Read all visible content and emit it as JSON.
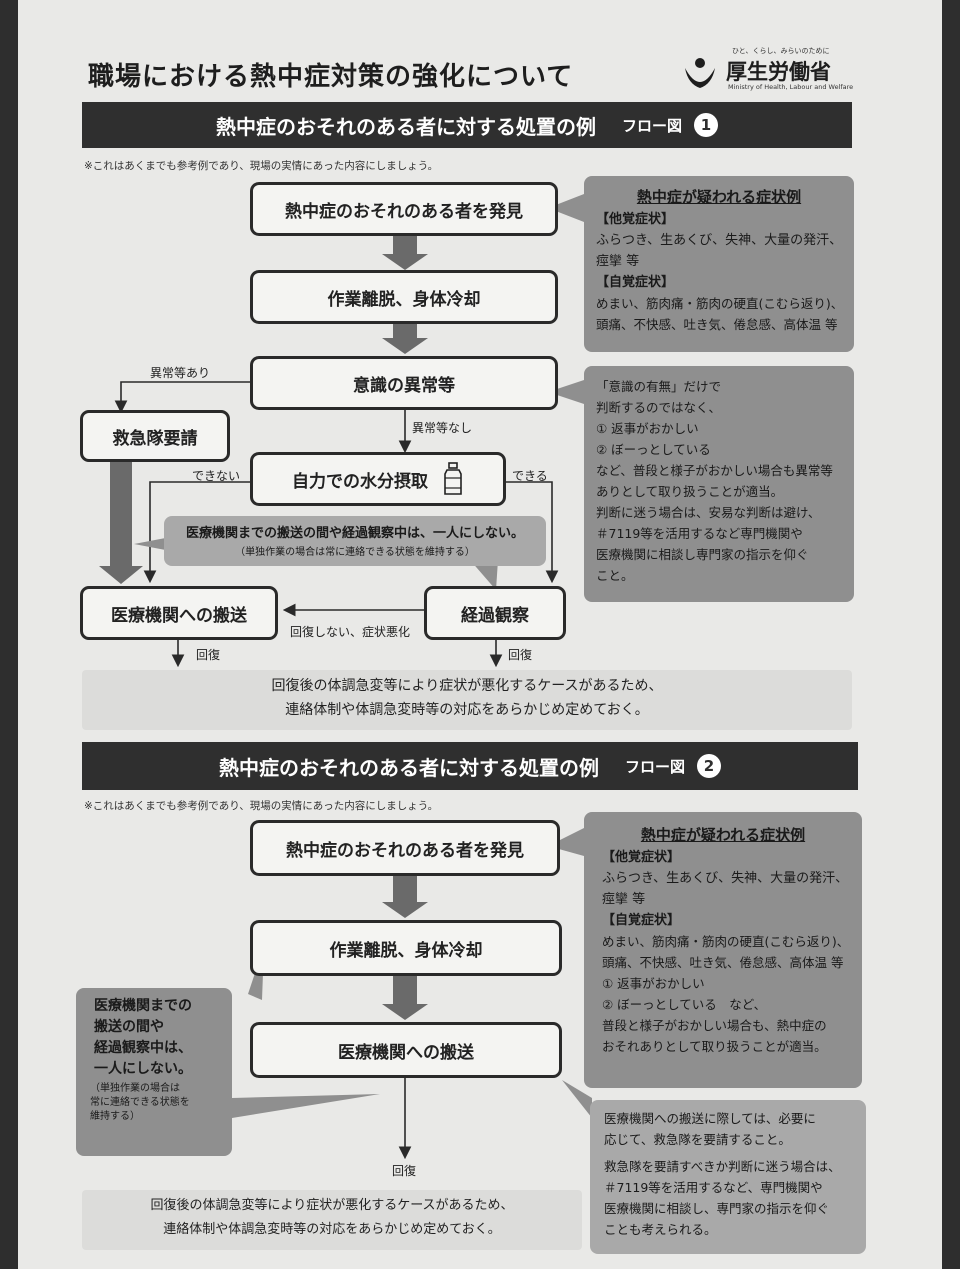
{
  "title": "職場における熱中症対策の強化について",
  "logo": {
    "tagline": "ひと、くらし、みらいのために",
    "name": "厚生労働省",
    "english": "Ministry of Health, Labour and Welfare"
  },
  "note": "※これはあくまでも参考例であり、現場の実情にあった内容にしましょう。",
  "flow1": {
    "header": "熱中症のおそれのある者に対する処置の例",
    "flow_label": "フロー図",
    "flow_number": "1",
    "box_discover": "熱中症のおそれのある者を発見",
    "box_cool": "作業離脱、身体冷却",
    "box_consciousness": "意識の異常等",
    "box_ambulance": "救急隊要請",
    "box_water": "自力での水分摂取",
    "box_hospital": "医療機関への搬送",
    "box_observe": "経過観察",
    "label_abnormal": "異常等あり",
    "label_no_abnormal": "異常等なし",
    "label_cannot": "できない",
    "label_can": "できる",
    "label_not_recover": "回復しない、症状悪化",
    "label_recover_left": "回復",
    "label_recover_right": "回復",
    "alone_main": "医療機関までの搬送の間や経過観察中は、一人にしない。",
    "alone_sub": "（単独作業の場合は常に連絡できる状態を維持する）",
    "symptoms": {
      "title": "熱中症が疑われる症状例",
      "other_head": "【他覚症状】",
      "other_1": "ふらつき、生あくび、失神、大量の発汗、",
      "other_2": "痙攣 等",
      "self_head": "【自覚症状】",
      "self_1": "めまい、筋肉痛・筋肉の硬直(こむら返り)、",
      "self_2": "頭痛、不快感、吐き気、倦怠感、高体温 等"
    },
    "judge": {
      "l1": "「意識の有無」だけで",
      "l2": "判断するのではなく、",
      "l3": "① 返事がおかしい",
      "l4": "② ぼーっとしている",
      "l5": "など、普段と様子がおかしい場合も異常等",
      "l6": "ありとして取り扱うことが適当。",
      "l7": "判断に迷う場合は、安易な判断は避け、",
      "l8": "＃7119等を活用するなど専門機関や",
      "l9": "医療機関に相談し専門家の指示を仰ぐ",
      "l10": "こと。"
    },
    "warning_1": "回復後の体調急変等により症状が悪化するケースがあるため、",
    "warning_2": "連絡体制や体調急変時等の対応をあらかじめ定めておく。"
  },
  "flow2": {
    "header": "熱中症のおそれのある者に対する処置の例",
    "flow_label": "フロー図",
    "flow_number": "2",
    "box_discover": "熱中症のおそれのある者を発見",
    "box_cool": "作業離脱、身体冷却",
    "box_hospital": "医療機関への搬送",
    "label_recover": "回復",
    "alone": {
      "l1": "医療機関までの",
      "l2": "搬送の間や",
      "l3": "経過観察中は、",
      "l4": "一人にしない。",
      "s1": "（単独作業の場合は",
      "s2": "常に連絡できる状態を",
      "s3": "維持する）"
    },
    "symptoms": {
      "title": "熱中症が疑われる症状例",
      "other_head": "【他覚症状】",
      "other_1": "ふらつき、生あくび、失神、大量の発汗、",
      "other_2": "痙攣 等",
      "self_head": "【自覚症状】",
      "self_1": "めまい、筋肉痛・筋肉の硬直(こむら返り)、",
      "self_2": "頭痛、不快感、吐き気、倦怠感、高体温 等",
      "l_a": "① 返事がおかしい",
      "l_b": "② ぼーっとしている　など、",
      "l_c": "普段と様子がおかしい場合も、熱中症の",
      "l_d": "おそれありとして取り扱うことが適当。"
    },
    "transport": {
      "l1": "医療機関への搬送に際しては、必要に",
      "l2": "応じて、救急隊を要請すること。",
      "l3": "救急隊を要請すべきか判断に迷う場合は、",
      "l4": "＃7119等を活用するなど、専門機関や",
      "l5": "医療機関に相談し、専門家の指示を仰ぐ",
      "l6": "ことも考えられる。"
    },
    "warning_1": "回復後の体調急変等により症状が悪化するケースがあるため、",
    "warning_2": "連絡体制や体調急変時等の対応をあらかじめ定めておく。"
  }
}
